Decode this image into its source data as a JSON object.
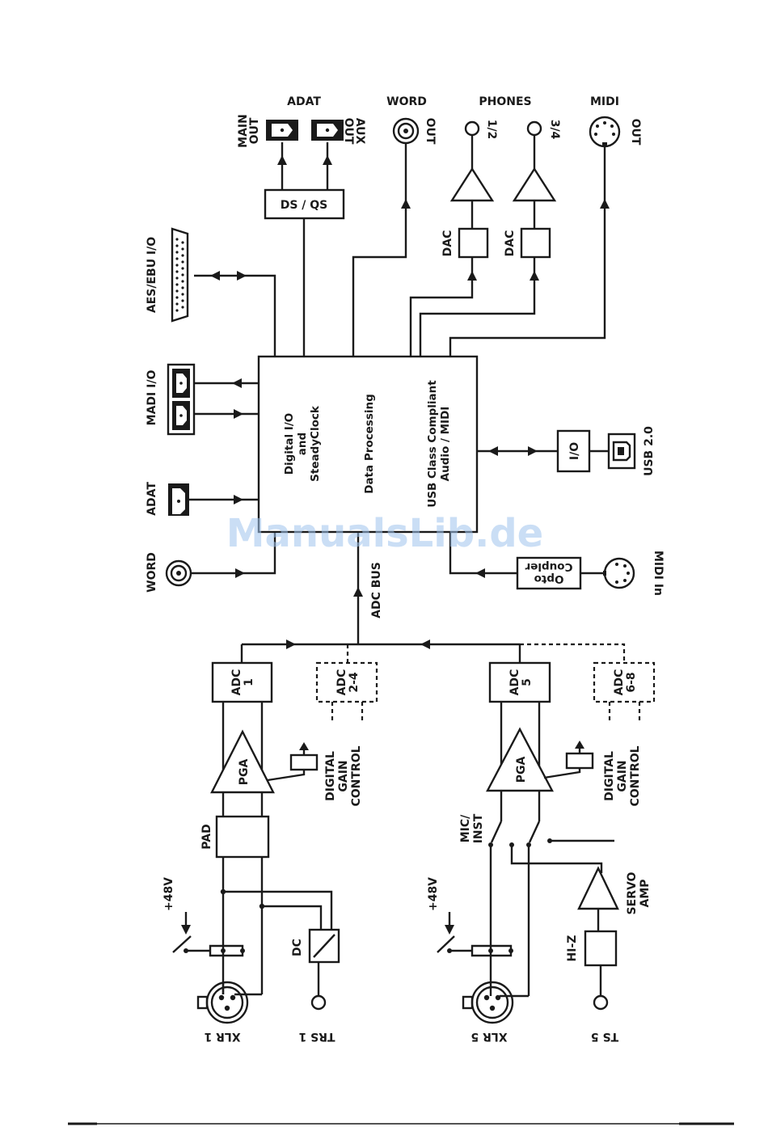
{
  "top": {
    "adat": "ADAT",
    "word": "WORD",
    "phones": "PHONES",
    "midi": "MIDI",
    "main_out": [
      "MAIN",
      "OUT"
    ],
    "aux_out": [
      "AUX",
      "OUT"
    ],
    "word_out": "OUT",
    "phones_12": "1/2",
    "phones_34": "3/4",
    "midi_out": "OUT",
    "ds_qs": "DS / QS",
    "dac_1": "DAC",
    "dac_2": "DAC"
  },
  "left": {
    "aes_ebu": "AES/EBU I/O",
    "madi": "MADI I/O",
    "adat_in": "ADAT",
    "word_in": "WORD"
  },
  "center": {
    "line1": "Digital I/O",
    "line2": "and",
    "line3": "SteadyClock",
    "data_processing": "Data Processing",
    "usb_line1": "USB Class Compliant",
    "usb_line2": "Audio / MIDI"
  },
  "right": {
    "io": "I/O",
    "usb": "USB 2.0",
    "opto_line1": "Opto",
    "opto_line2": "Coupler",
    "midi_in": "MIDI In"
  },
  "bus": {
    "adc_bus": "ADC BUS"
  },
  "channel1": {
    "adc1": [
      "ADC",
      "1"
    ],
    "adc24": [
      "ADC",
      "2-4"
    ],
    "pga": "PGA",
    "pad": "PAD",
    "gain": [
      "DIGITAL",
      "GAIN",
      "CONTROL"
    ],
    "phantom": "+48V",
    "dc": "DC",
    "xlr": "XLR 1",
    "trs": "TRS 1"
  },
  "channel5": {
    "adc5": [
      "ADC",
      "5"
    ],
    "adc68": [
      "ADC",
      "6-8"
    ],
    "pga": "PGA",
    "gain": [
      "DIGITAL",
      "GAIN",
      "CONTROL"
    ],
    "mic_inst": [
      "MIC/",
      "INST"
    ],
    "phantom": "+48V",
    "servo": [
      "SERVO",
      "AMP"
    ],
    "hiz": "HI-Z",
    "xlr": "XLR 5",
    "ts": "TS 5"
  },
  "watermark": "ManualsLib.de"
}
